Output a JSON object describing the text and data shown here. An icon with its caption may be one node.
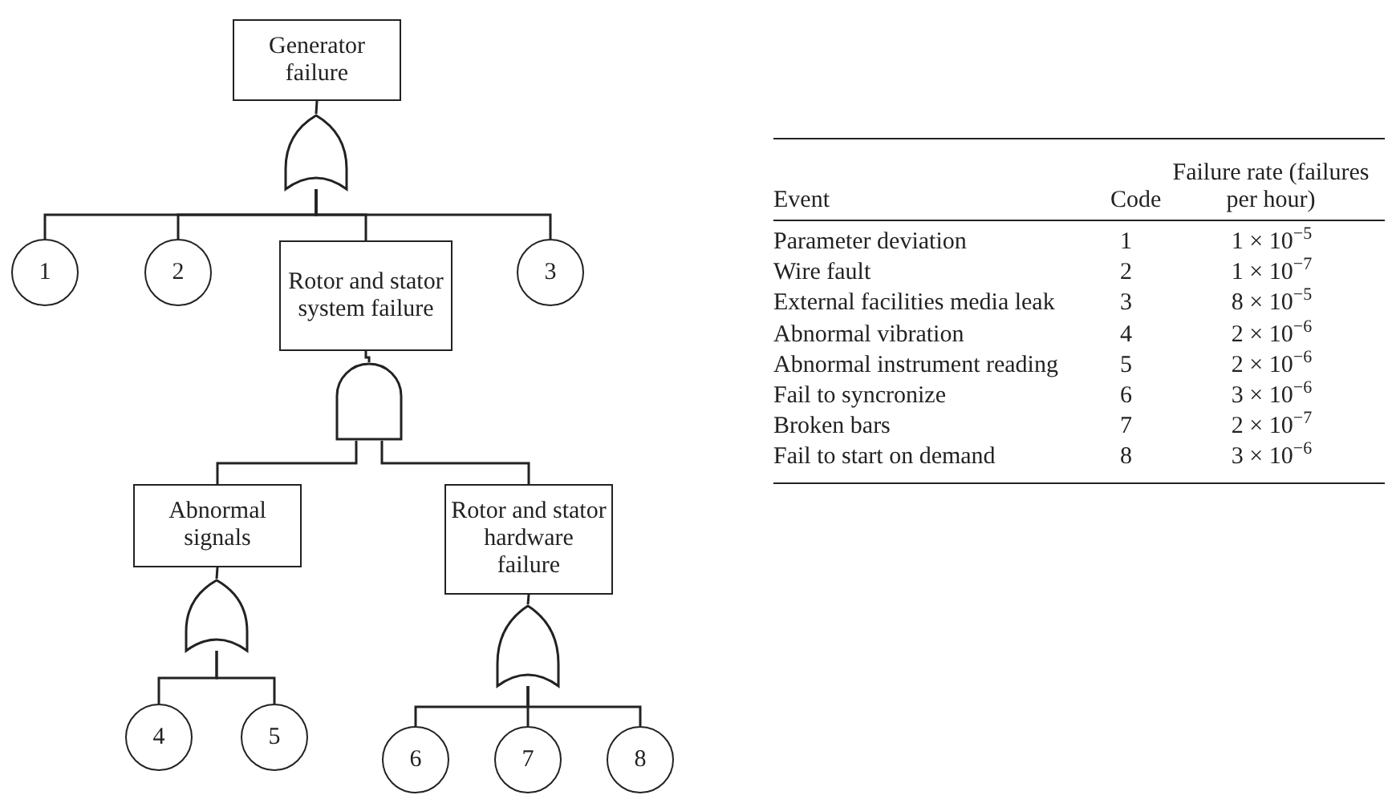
{
  "diagram": {
    "nodes": [
      {
        "text": [
          "Generator failure"
        ]
      },
      {
        "text": [],
        "shape": "gate"
      },
      {
        "text": [
          "1"
        ]
      },
      {
        "text": [
          "2"
        ]
      },
      {
        "text": [
          "Rotor and stator system failure"
        ]
      },
      {
        "text": [
          "3"
        ]
      },
      {
        "text": [],
        "shape": "gate"
      },
      {
        "text": [
          "Abnormal signals"
        ]
      },
      {
        "text": [
          "Rotor and stator hardware failure"
        ]
      },
      {
        "text": [],
        "shape": "gate"
      },
      {
        "text": [
          "4"
        ]
      },
      {
        "text": [
          "5"
        ]
      },
      {
        "text": [],
        "shape": "gate"
      },
      {
        "text": [
          "6"
        ]
      },
      {
        "text": [
          "7"
        ]
      },
      {
        "text": [
          "8"
        ]
      }
    ],
    "edges": [
      {
        "from": 0,
        "to": 1,
        "arrow": "none"
      },
      {
        "from": 1,
        "to": 2,
        "arrow": "none"
      },
      {
        "from": 1,
        "to": 3,
        "arrow": "none"
      },
      {
        "from": 1,
        "to": 4,
        "arrow": "none"
      },
      {
        "from": 1,
        "to": 5,
        "arrow": "none"
      },
      {
        "from": 4,
        "to": 6,
        "arrow": "none"
      },
      {
        "from": 6,
        "to": 7,
        "arrow": "none"
      },
      {
        "from": 6,
        "to": 8,
        "arrow": "none"
      },
      {
        "from": 7,
        "to": 9,
        "arrow": "none"
      },
      {
        "from": 9,
        "to": 10,
        "arrow": "none"
      },
      {
        "from": 9,
        "to": 11,
        "arrow": "none"
      },
      {
        "from": 8,
        "to": 12,
        "arrow": "none"
      },
      {
        "from": 12,
        "to": 13,
        "arrow": "none"
      },
      {
        "from": 12,
        "to": 14,
        "arrow": "none"
      },
      {
        "from": 12,
        "to": 15,
        "arrow": "none"
      }
    ],
    "labels": [
      "Event",
      "Code",
      "Failure rate (failures per hour)",
      "Parameter deviation",
      "1",
      "1 × 10$^{−5}$",
      "Wire fault",
      "2",
      "1 × 10$^{−7}$",
      "External facilities media leak",
      "3",
      "8 × 10$^{−5}$",
      "Abnormal vibration",
      "4",
      "2 × 10$^{−6}$",
      "Abnormal instrument reading",
      "5",
      "2 × 10$^{−6}$",
      "Fail to syncronize",
      "6",
      "3 × 10$^{−6}$",
      "Broken bars",
      "7",
      "2 × 10$^{−7}$",
      "Fail to start on demand",
      "8",
      "3 × 10$^{−6}$"
    ]
  }
}
